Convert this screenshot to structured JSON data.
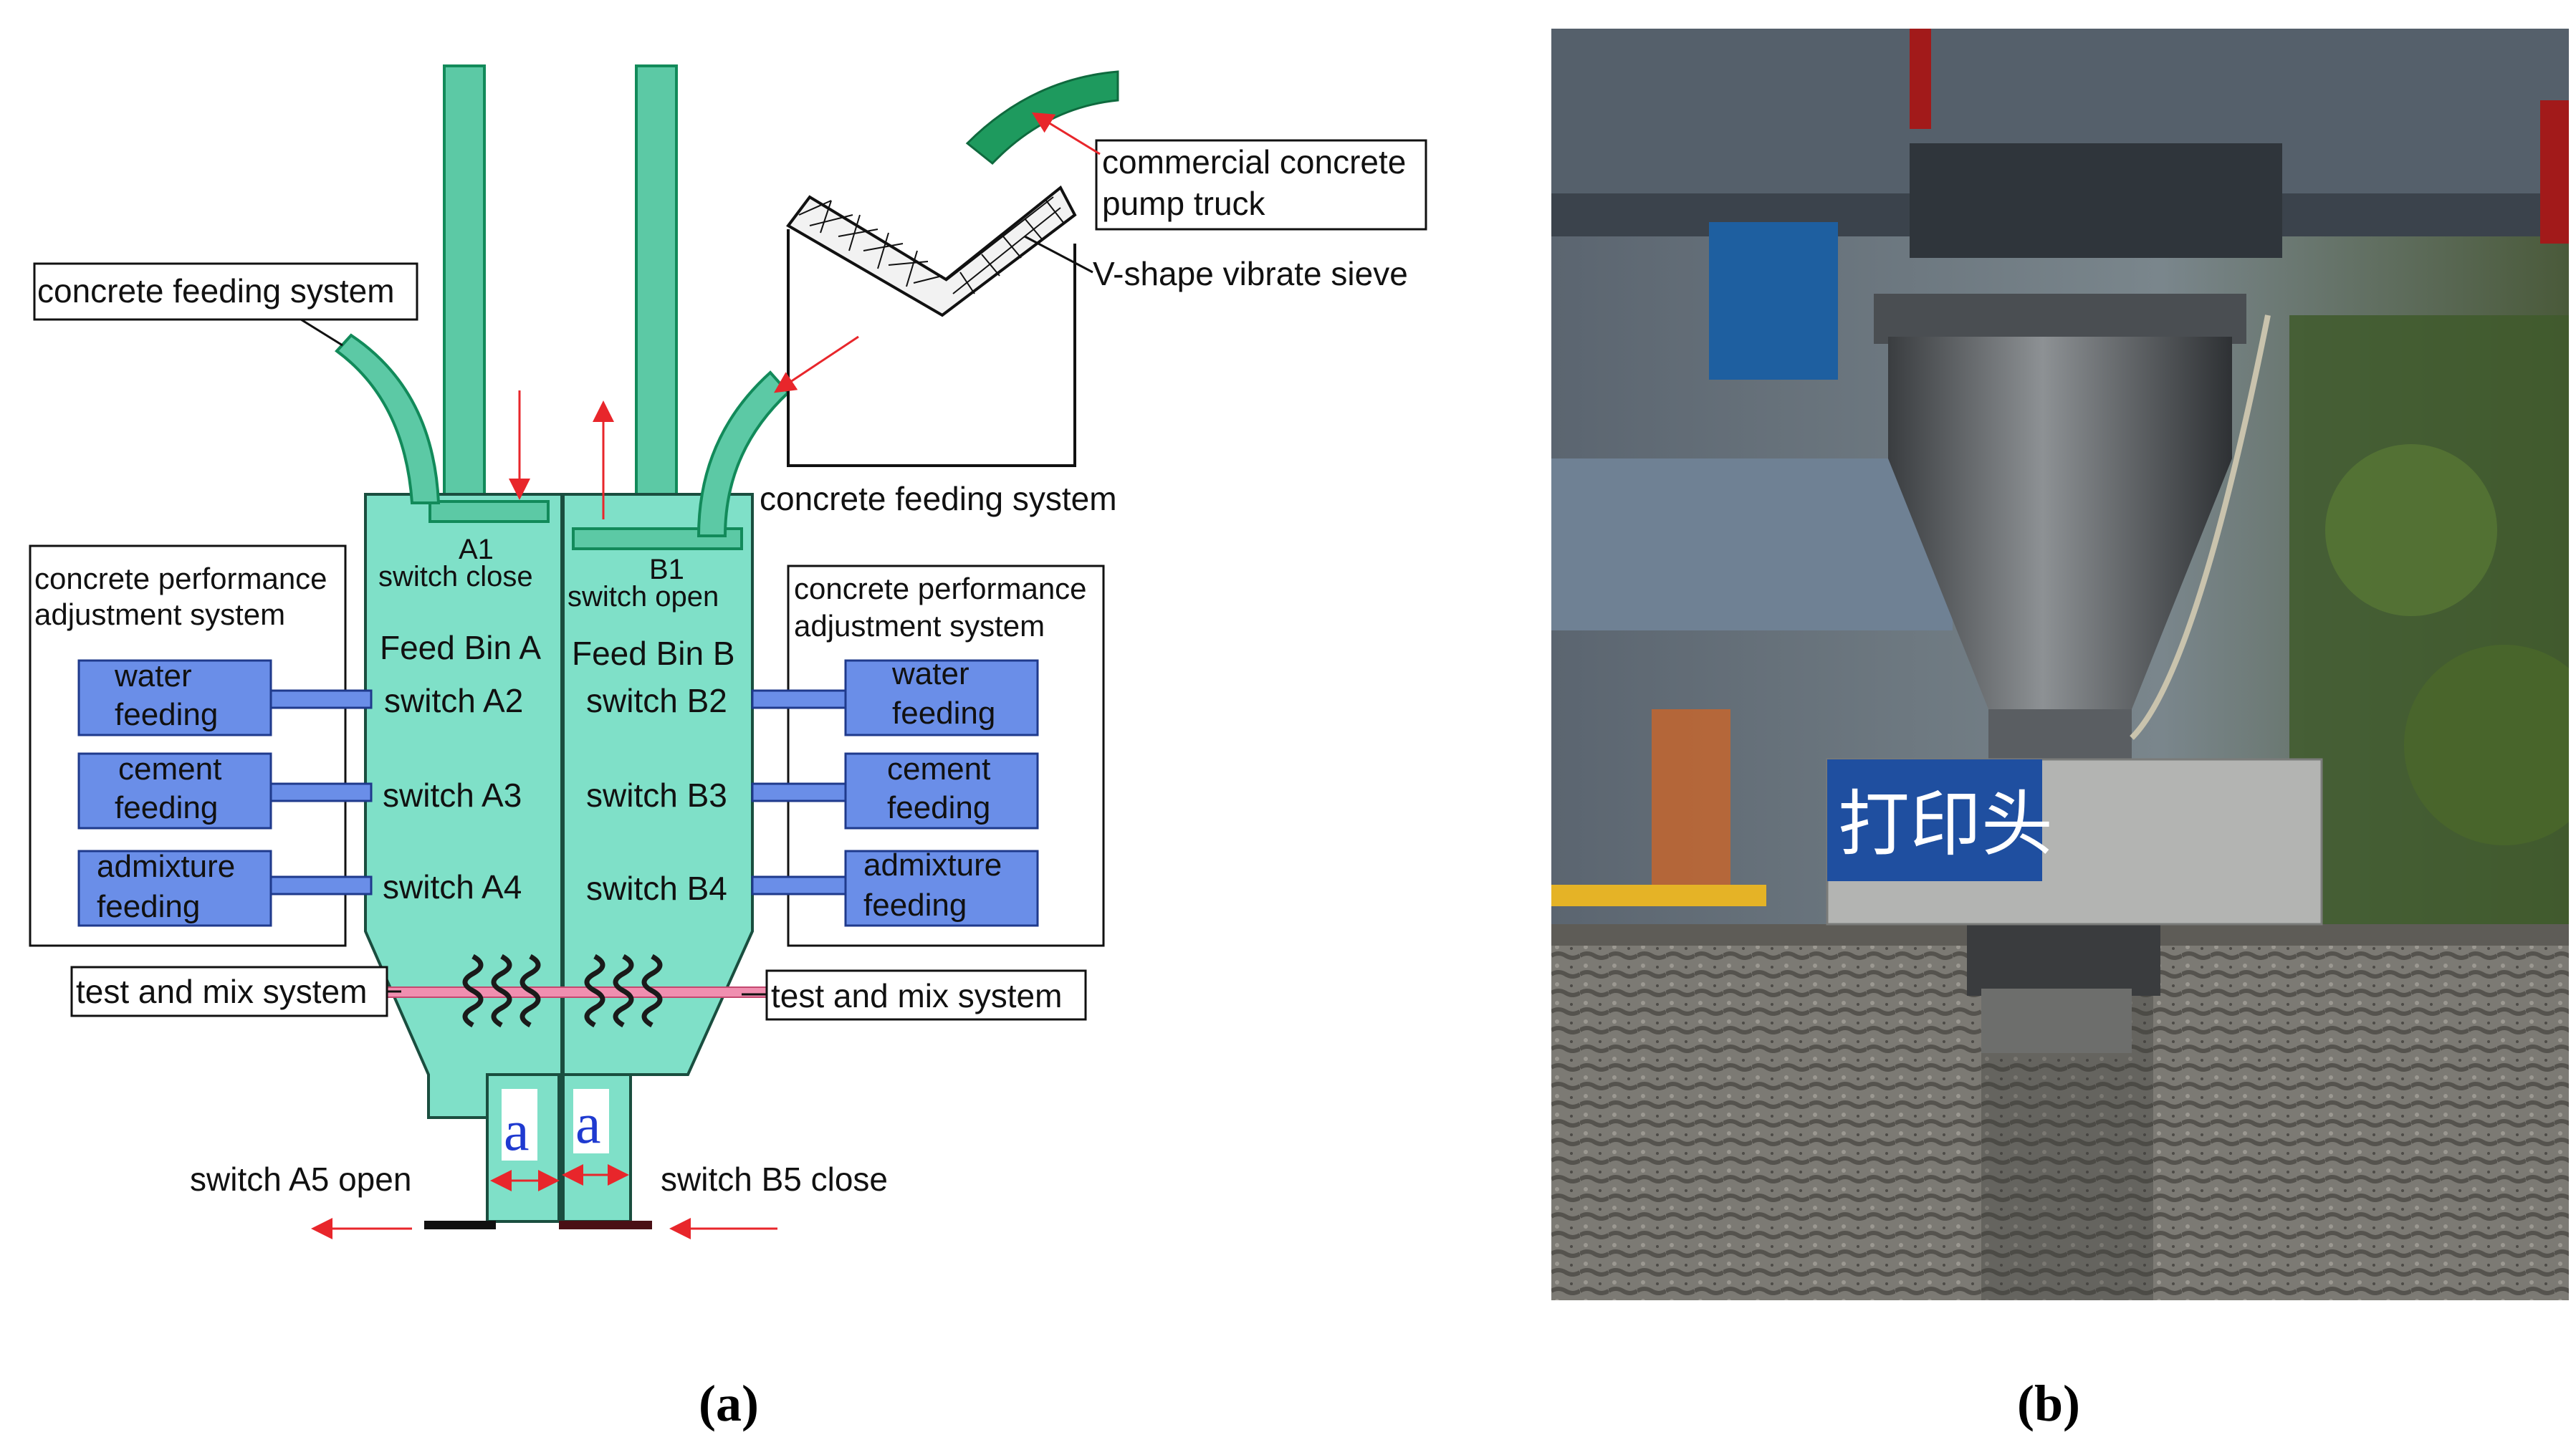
{
  "diagram": {
    "labels": {
      "concrete_feeding_left": "concrete feeding system",
      "concrete_feeding_right": "concrete feeding system",
      "pump_truck_line1": "commercial concrete",
      "pump_truck_line2": "pump truck",
      "v_sieve": "V-shape vibrate sieve",
      "perf_left_line1": "concrete performance",
      "perf_left_line2": "adjustment system",
      "perf_right_line1": "concrete performance",
      "perf_right_line2": "adjustment system",
      "a1": "A1",
      "a1_switch": "switch  close",
      "b1": "B1",
      "b1_switch": "switch  open",
      "feed_bin_a": "Feed Bin A",
      "feed_bin_b": "Feed Bin B",
      "switch_a2": "switch A2",
      "switch_a3": "switch A3",
      "switch_a4": "switch A4",
      "switch_b2": "switch B2",
      "switch_b3": "switch B3",
      "switch_b4": "switch B4",
      "water_line1": "water",
      "water_line2": "feeding",
      "cement_line1": "cement",
      "cement_line2": "feeding",
      "admixture_line1": "admixture",
      "admixture_line2": "feeding",
      "test_mix_left": "test and mix system",
      "test_mix_right": "test and mix system",
      "nozzle_a": "a",
      "nozzle_b": "a",
      "switch_a5": "switch A5 open",
      "switch_b5": "switch B5 close"
    },
    "colors": {
      "bin_fill": "#7fe0c8",
      "pipe_fill": "#5cc9a5",
      "pipe_dark": "#128a5a",
      "module_fill": "#6a8ee8",
      "arrow": "#e8262b"
    }
  },
  "photo": {
    "sign_text": "打印头"
  },
  "captions": {
    "a": "(a)",
    "b": "(b)"
  }
}
